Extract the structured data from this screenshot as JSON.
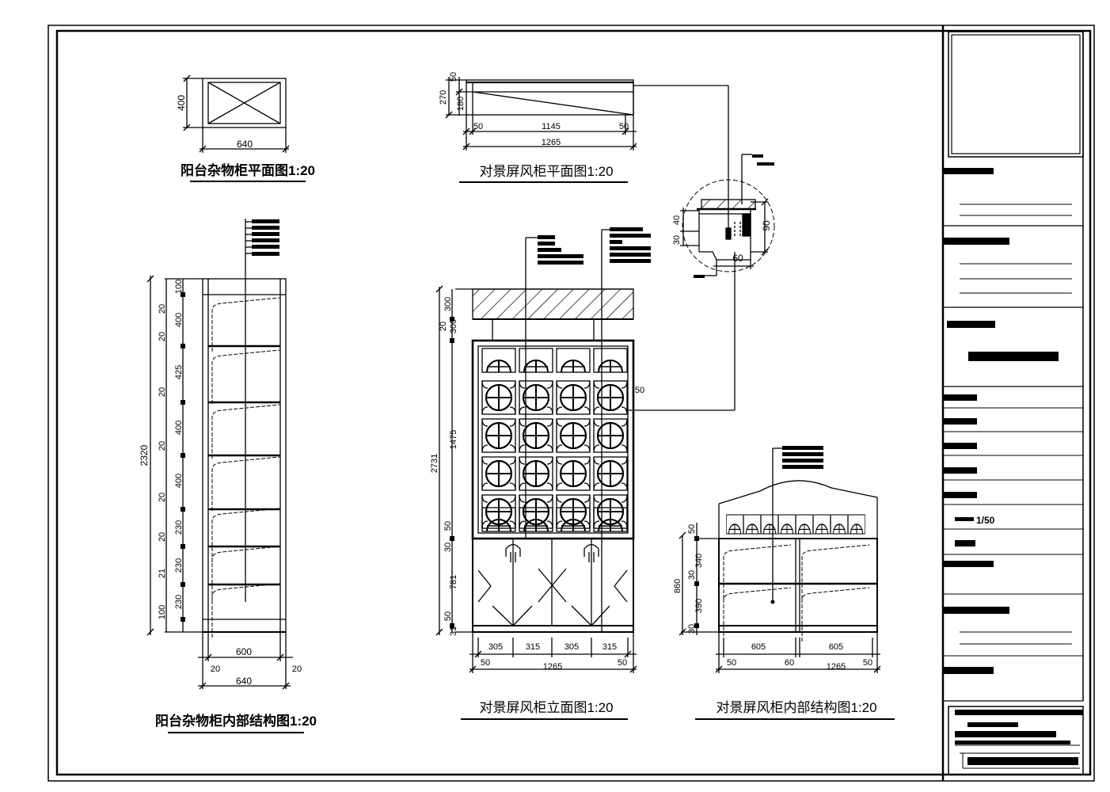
{
  "drawing_titles": {
    "small_cabinet_plan": "阳台杂物柜平面图1:20",
    "screen_plan": "对景屏风柜平面图1:20",
    "tall_cabinet_structure": "阳台杂物柜内部结构图1:20",
    "screen_elevation": "对景屏风柜立面图1:20",
    "screen_internal_structure": "对景屏风柜内部结构图1:20"
  },
  "dimensions": {
    "small_plan": {
      "width": "640",
      "depth": "400"
    },
    "screen_plan": {
      "inner": "1145",
      "overall": "1265",
      "left_edge": "50",
      "right_edge": "50",
      "depth_outer": "270",
      "depth_inner": "180",
      "top_edge": "50"
    },
    "tall_cabinet": {
      "overall_height": "2320",
      "left_chain": [
        "20",
        "20",
        "20",
        "20",
        "20",
        "20",
        "21",
        "100"
      ],
      "right_chain": [
        "100",
        "400",
        "425",
        "400",
        "400",
        "230",
        "230",
        "230"
      ],
      "inner_width": "600",
      "outer_width": "640",
      "left_side": "20",
      "right_side": "20"
    },
    "screen_elevation": {
      "overall_height": "2731",
      "chain": [
        "300",
        "20",
        "300",
        "1475",
        "50",
        "30",
        "781",
        "50",
        "31"
      ],
      "overall_width": "1265",
      "door_widths": [
        "305",
        "315",
        "305",
        "315"
      ],
      "side": "50",
      "side_right": "50",
      "side_mark": "50"
    },
    "detail": {
      "height": "90",
      "depth": "60",
      "top": "40",
      "side": "30"
    },
    "screen_internal": {
      "overall_height": "860",
      "chain": [
        "50",
        "340",
        "30",
        "390",
        "30"
      ],
      "overall_width": "1265",
      "bays": [
        "605",
        "605"
      ],
      "side_left": "50",
      "middle": "60",
      "side_right": "50"
    }
  },
  "title_block": {
    "scale_value": "1/50"
  },
  "colors": {
    "line": "#000000",
    "paper": "#ffffff"
  }
}
